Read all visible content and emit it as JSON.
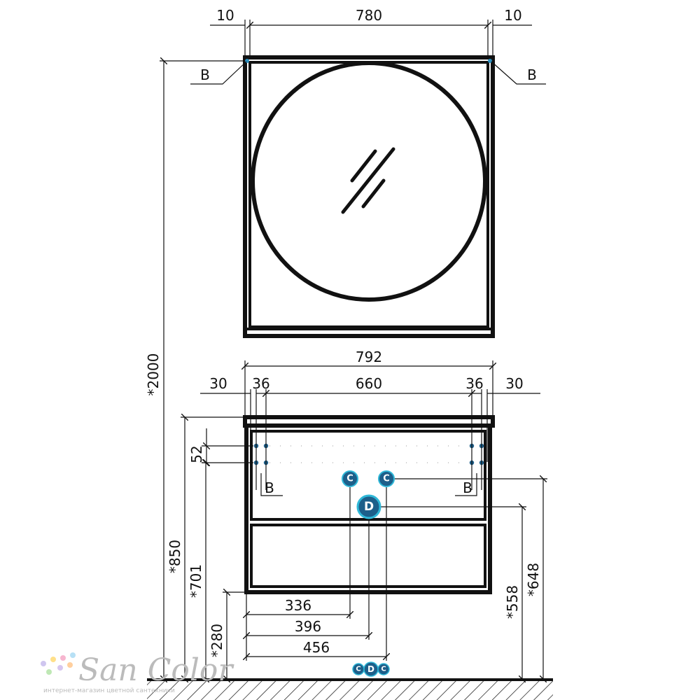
{
  "mirror": {
    "dims": {
      "left": "10",
      "width": "780",
      "right": "10"
    },
    "mount_label_left": "B",
    "mount_label_right": "B"
  },
  "overall_height": "*2000",
  "cabinet": {
    "top_width": "792",
    "dims": {
      "left_offset": "30",
      "left_hole": "36",
      "hole_span": "660",
      "right_hole": "36",
      "right_offset": "30"
    },
    "hole_spacing": "52",
    "mount_label_left": "B",
    "mount_label_right": "B",
    "heights": {
      "top": "*850",
      "holes": "*701",
      "bottom": "*280",
      "drain": "*558",
      "supply": "*648"
    },
    "horizontal": {
      "supply_left": "336",
      "drain": "396",
      "supply_right": "456"
    }
  },
  "markers": {
    "supply": "C",
    "drain": "D"
  },
  "legend_markers": [
    "C",
    "D",
    "C"
  ],
  "watermark": {
    "brand": "San Color",
    "tagline": "интернет-магазин цветной сантехники"
  },
  "colors": {
    "marker": "#1d5f8a",
    "marker_glow": "#2fb8d8",
    "line": "#111111",
    "watermark": "#bbbbbb"
  }
}
